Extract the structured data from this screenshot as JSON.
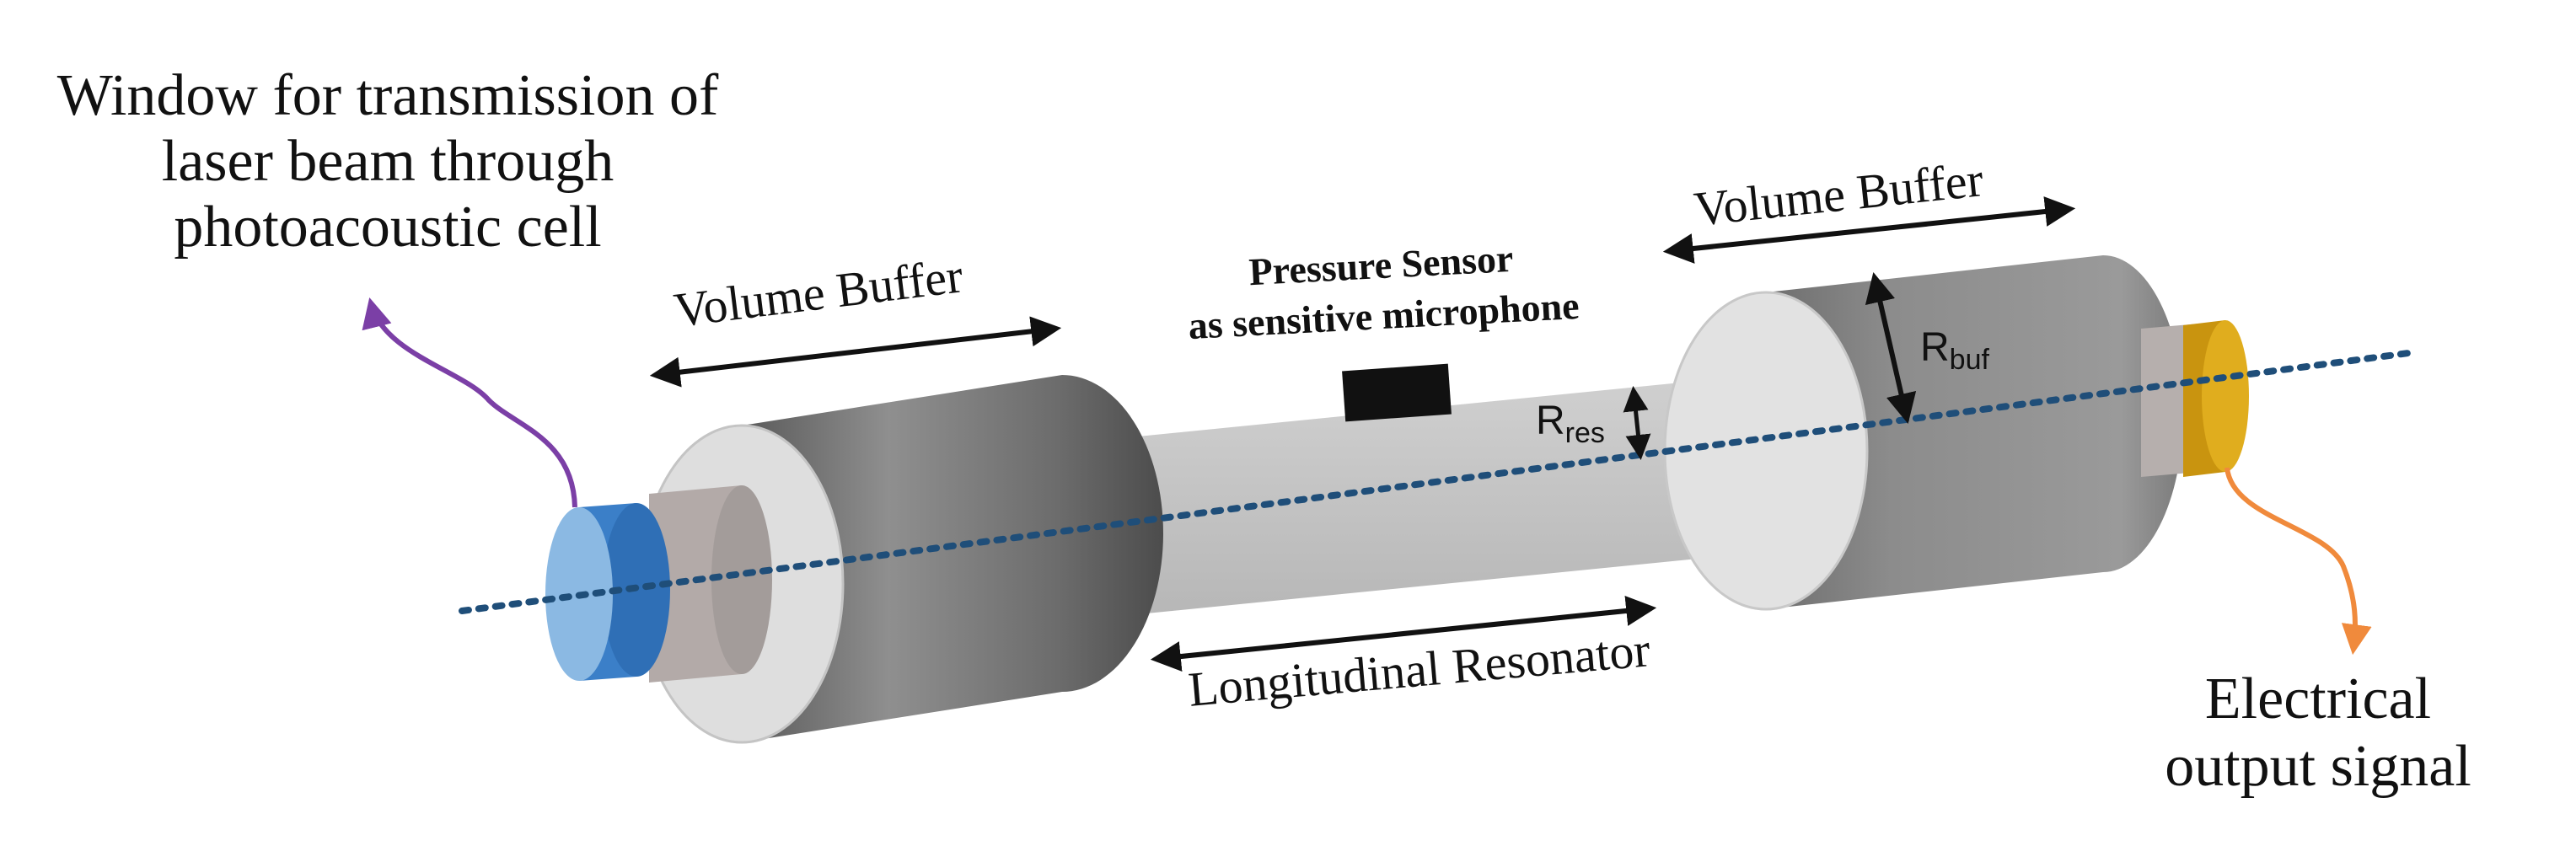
{
  "labels": {
    "window": [
      "Window for transmission of",
      "laser beam through",
      "photoacoustic cell"
    ],
    "pressure_sensor": [
      "Pressure Sensor",
      "as sensitive microphone"
    ],
    "volume_buffer_left": "Volume Buffer",
    "volume_buffer_right": "Volume Buffer",
    "longitudinal_resonator": "Longitudinal Resonator",
    "electrical_output": [
      "Electrical",
      "output signal"
    ],
    "r_res": {
      "base": "R",
      "sub": "res"
    },
    "r_buf": {
      "base": "R",
      "sub": "buf"
    }
  },
  "colors": {
    "window": "#3b7fc8",
    "window_face": "#7fb0de",
    "output": "#d4a017",
    "laser_axis": "#1f4e79",
    "window_pointer": "#7b3fa6",
    "output_pointer": "#f08a3c",
    "cylinder_dark": "#6e6e6e",
    "cylinder_light": "#c8c8c8",
    "resonator": "#c9c9c9",
    "sensor": "#111111"
  }
}
